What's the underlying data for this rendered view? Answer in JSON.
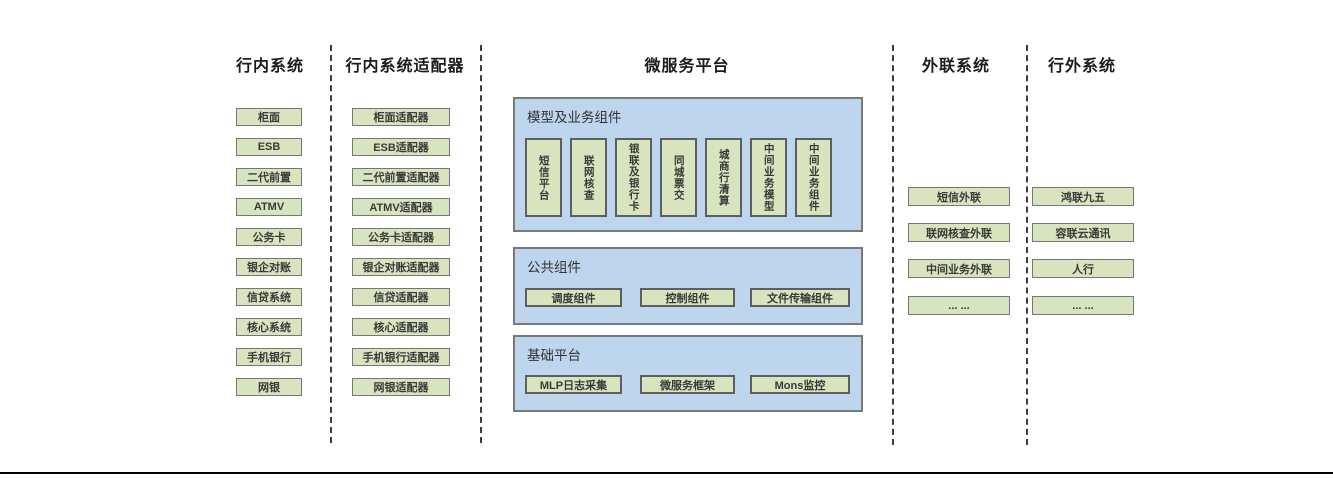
{
  "diagram": {
    "title_note": "bank microservice platform architecture",
    "colors": {
      "box_fill_green": "#d7e4bd",
      "box_border_gray": "#767676",
      "inner_box_border": "#5e5e5e",
      "panel_fill_blue": "#bdd6ee",
      "panel_border_gray": "#7a7a7a",
      "divider_color": "#3d3d3d",
      "baseline_color": "#000000",
      "header_text": "#1c1c1c"
    },
    "columns": {
      "internal": {
        "header": "行内系统",
        "items": [
          "柜面",
          "ESB",
          "二代前置",
          "ATMV",
          "公务卡",
          "银企对账",
          "信贷系统",
          "核心系统",
          "手机银行",
          "网银"
        ]
      },
      "adapter": {
        "header": "行内系统适配器",
        "items": [
          "柜面适配器",
          "ESB适配器",
          "二代前置适配器",
          "ATMV适配器",
          "公务卡适配器",
          "银企对账适配器",
          "信贷适配器",
          "核心适配器",
          "手机银行适配器",
          "网银适配器"
        ]
      },
      "platform": {
        "header": "微服务平台",
        "sections": {
          "model": {
            "title": "模型及业务组件",
            "items": [
              "短信平台",
              "联网核查",
              "银联及银行卡",
              "同城票交",
              "城商行清算",
              "中间业务模型",
              "中间业务组件"
            ]
          },
          "common": {
            "title": "公共组件",
            "items": [
              "调度组件",
              "控制组件",
              "文件传输组件"
            ]
          },
          "base": {
            "title": "基础平台",
            "items": [
              "MLP日志采集",
              "微服务框架",
              "Mons监控"
            ]
          }
        }
      },
      "outreach": {
        "header": "外联系统",
        "items": [
          "短信外联",
          "联网核查外联",
          "中间业务外联",
          "... ..."
        ]
      },
      "external": {
        "header": "行外系统",
        "items": [
          "鸿联九五",
          "容联云通讯",
          "人行",
          "... ..."
        ]
      }
    }
  }
}
